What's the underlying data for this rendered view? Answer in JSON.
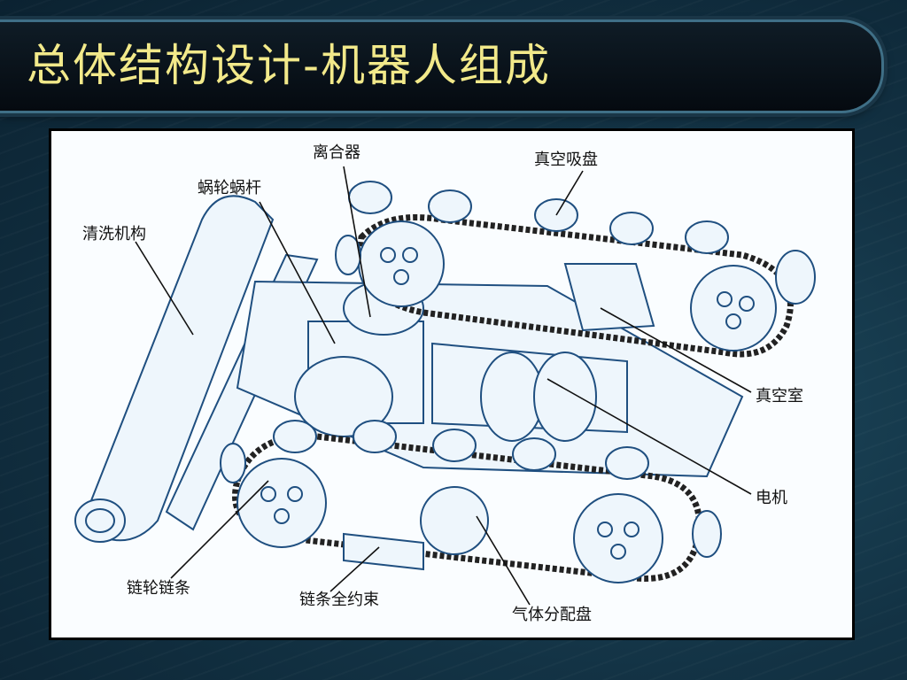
{
  "slide": {
    "title": "总体结构设计-机器人组成"
  },
  "diagram": {
    "labels": {
      "clutch": "离合器",
      "worm_gear": "蜗轮蜗杆",
      "vacuum_cup": "真空吸盘",
      "cleaning_mechanism": "清洗机构",
      "vacuum_chamber": "真空室",
      "motor": "电机",
      "sprocket_chain": "链轮链条",
      "chain_constraint": "链条全约束",
      "gas_distribution_plate": "气体分配盘"
    }
  }
}
